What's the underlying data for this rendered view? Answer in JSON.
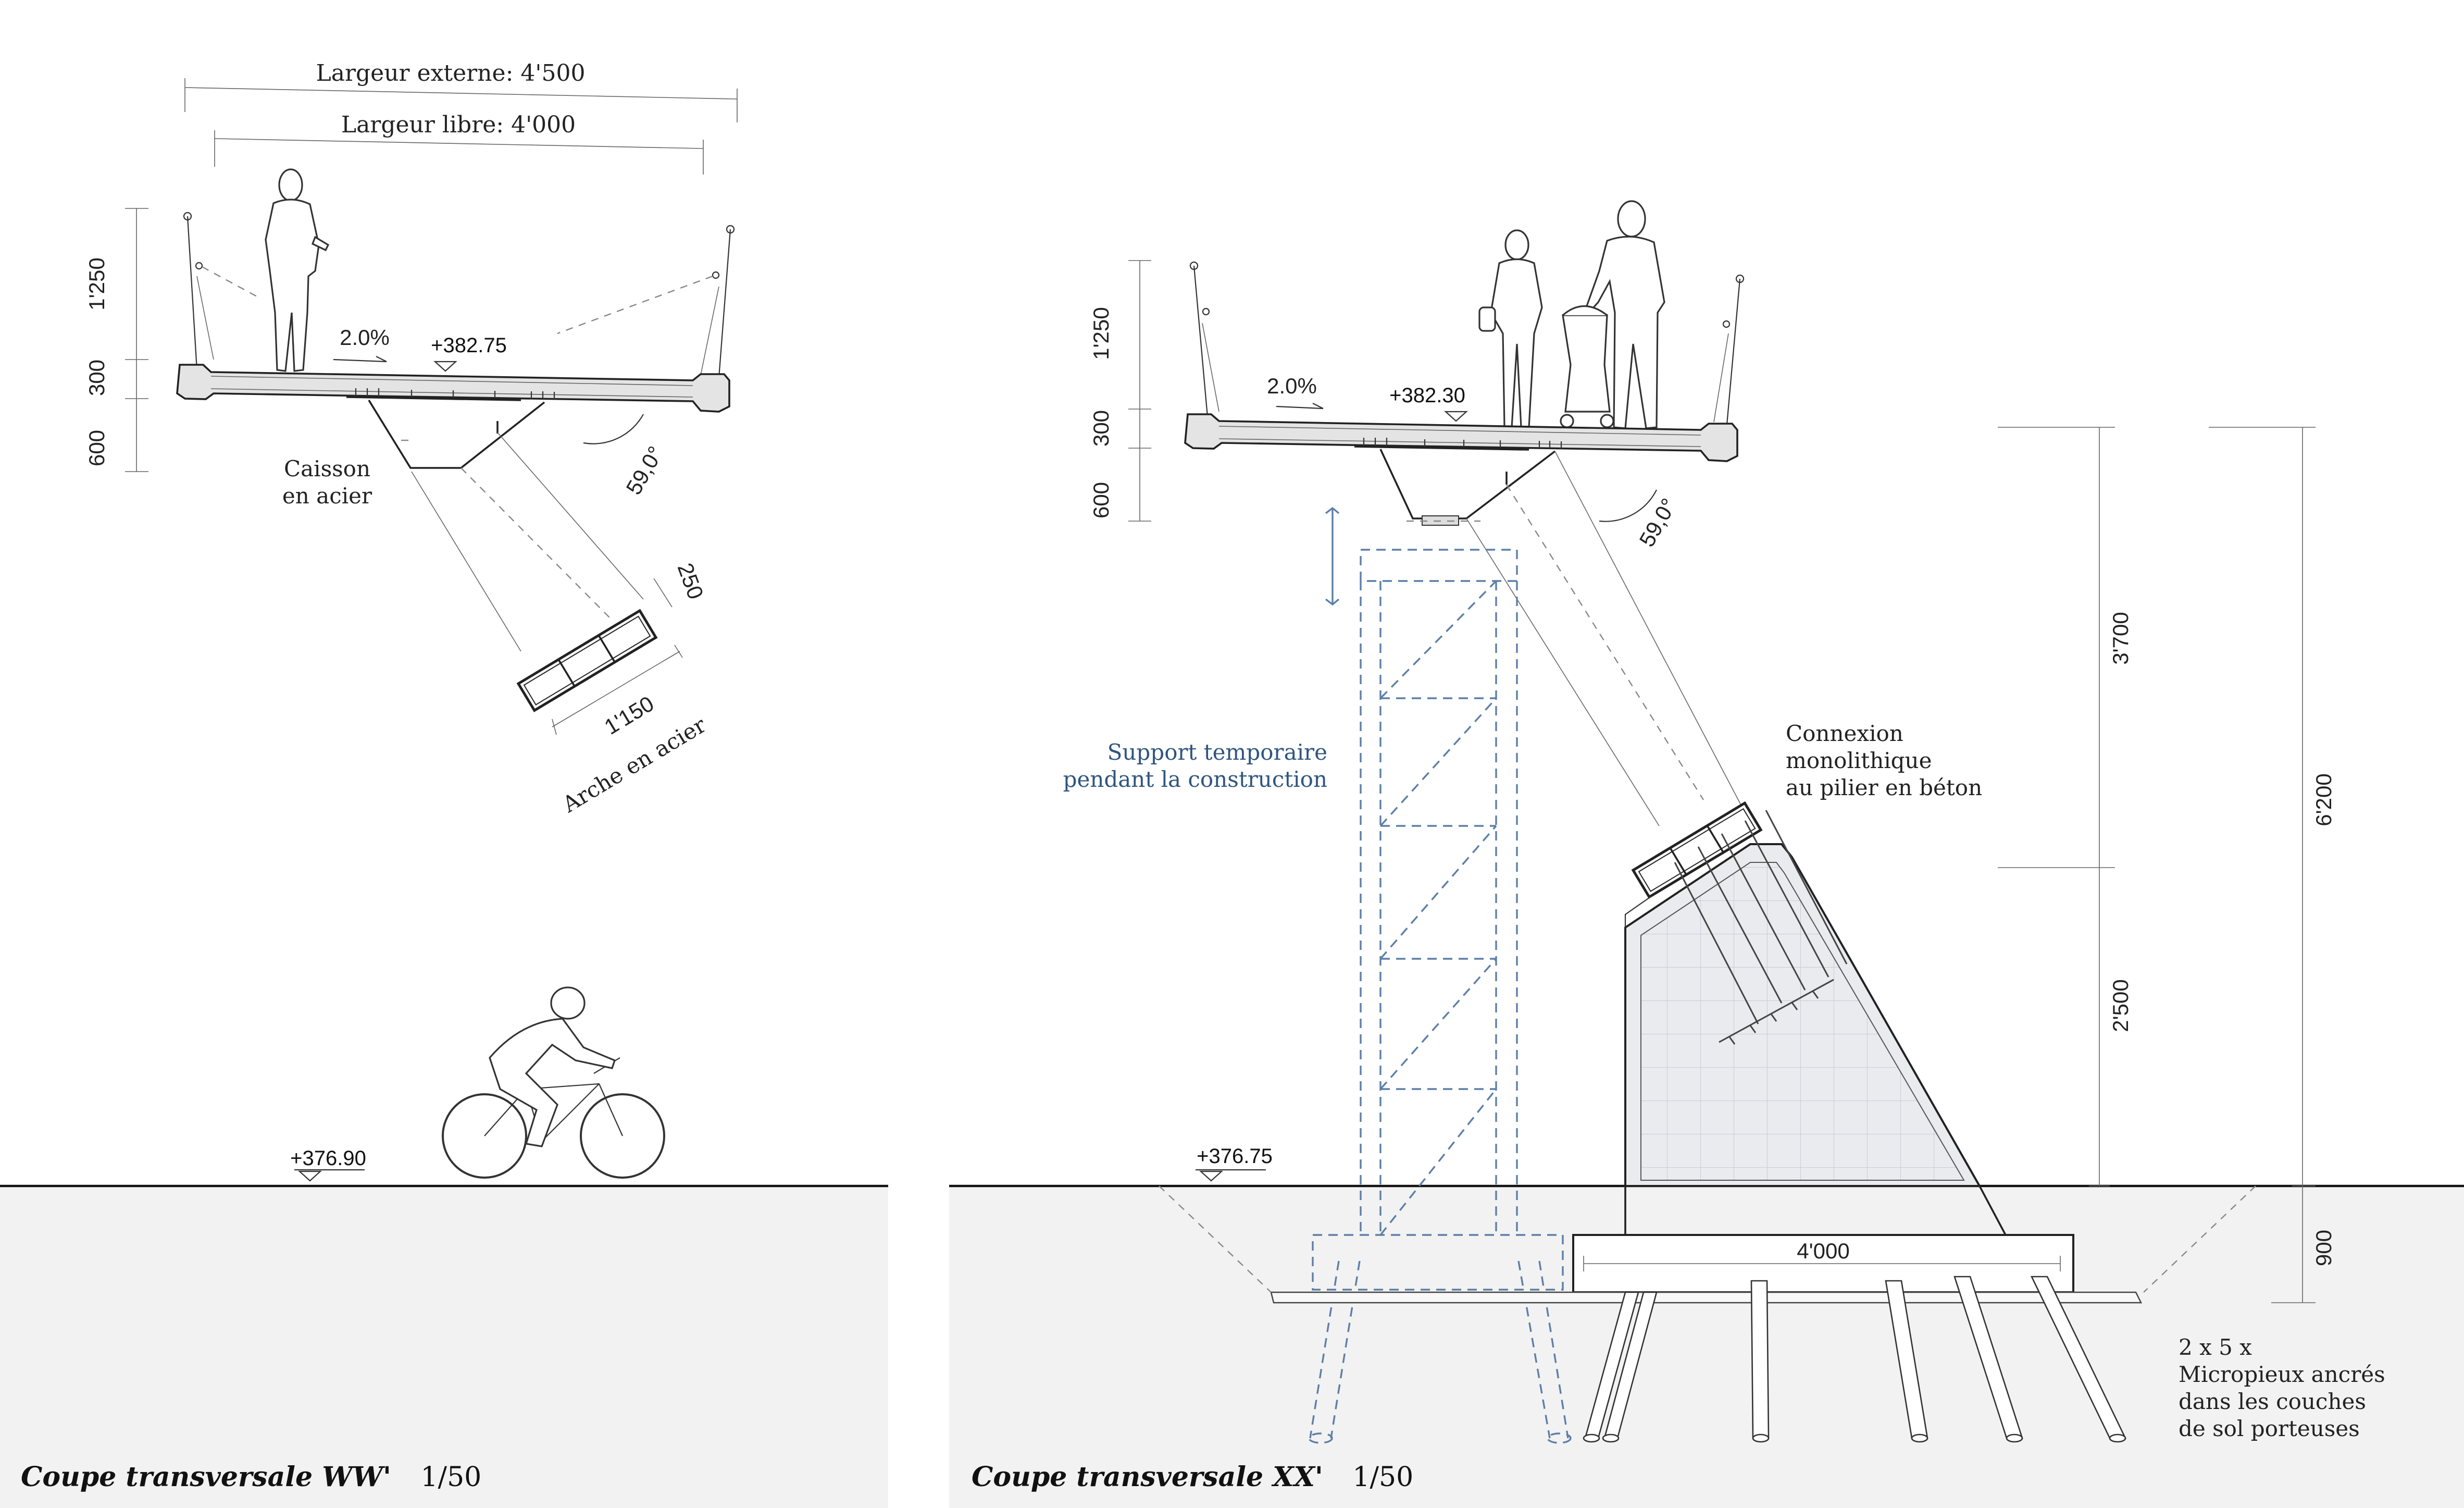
{
  "left": {
    "caption_title": "Coupe transversale WW'",
    "caption_scale": "1/50",
    "width_external": "Largeur externe: 4'500",
    "width_clear": "Largeur libre: 4'000",
    "dim_railing": "1'250",
    "dim_deck": "300",
    "dim_box": "600",
    "slope": "2.0%",
    "elev_deck": "+382.75",
    "elev_ground": "+376.90",
    "caisson_line1": "Caisson",
    "caisson_line2": "en acier",
    "angle": "59,0°",
    "arch_depth": "250",
    "arch_width": "1'150",
    "arch_label": "Arche en acier"
  },
  "right": {
    "caption_title": "Coupe transversale XX'",
    "caption_scale": "1/50",
    "dim_railing": "1'250",
    "dim_deck": "300",
    "dim_box": "600",
    "slope": "2.0%",
    "elev_deck": "+382.30",
    "elev_ground": "+376.75",
    "angle": "59,0°",
    "support_line1": "Support temporaire",
    "support_line2": "pendant la construction",
    "connexion_line1": "Connexion",
    "connexion_line2": "monolithique",
    "connexion_line3": "au pilier en béton",
    "dim_upper": "3'700",
    "dim_lower": "2'500",
    "dim_total": "6'200",
    "dim_foundation": "900",
    "dim_footing": "4'000",
    "piles_line1": "2 x 5 x",
    "piles_line2": "Micropieux ancrés",
    "piles_line3": "dans les couches",
    "piles_line4": "de sol porteuses"
  }
}
